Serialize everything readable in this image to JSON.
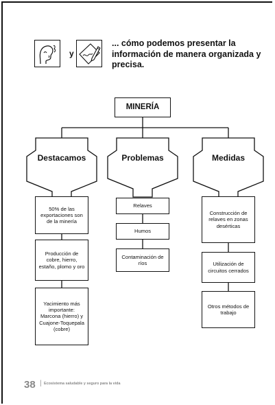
{
  "intro": {
    "and_word": "y",
    "text": "... cómo podemos presentar la información de manera organizada y precisa."
  },
  "icons": {
    "left": "thinking-face-icon",
    "right": "pencil-writing-icon"
  },
  "diagram": {
    "root": "MINERÍA",
    "columns": [
      {
        "heading": "Destacamos",
        "items": [
          "50% de las exportaciones son de la minería",
          "Producción de cobre, hierro, estaño, plomo y oro",
          "Yacimiento más importante: Marcona (hierro) y Cuajone-Toquepala (cobre)"
        ]
      },
      {
        "heading": "Problemas",
        "items": [
          "Relaves",
          "Humos",
          "Contaminación de ríos"
        ]
      },
      {
        "heading": "Medidas",
        "items": [
          "Construcción de relaves en zonas desérticas",
          "Utilización de circuitos cerrados",
          "Otros métodos de trabajo"
        ]
      }
    ]
  },
  "footer": {
    "page_number": "38",
    "separator": "|",
    "title": "Ecosistema saludable y seguro para la vida"
  }
}
